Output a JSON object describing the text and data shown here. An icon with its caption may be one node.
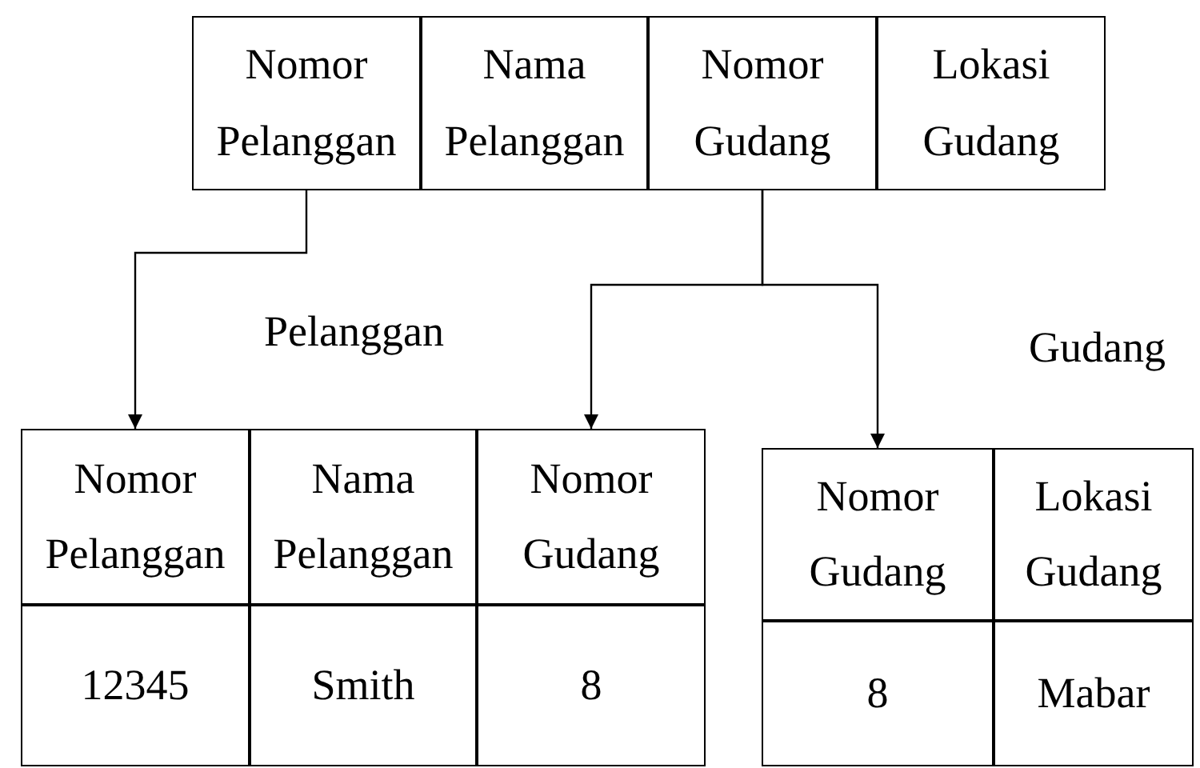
{
  "diagram": {
    "nodes": [
      {
        "text": [],
        "shape": "box"
      },
      {
        "text": [
          "Nomor Pelanggan"
        ],
        "in": 0
      },
      {
        "text": [
          "Nama Pelanggan"
        ],
        "in": 0
      },
      {
        "text": [
          "Nomor Gudang"
        ],
        "in": 0
      },
      {
        "text": [
          "Lokasi Gudang"
        ],
        "in": 0
      },
      {
        "text": [],
        "shape": "box",
        "beside": [
          "Pelanggan"
        ]
      },
      {
        "text": [
          "Nomor Pelanggan"
        ],
        "in": 5
      },
      {
        "text": [
          "Nama Pelanggan"
        ],
        "in": 5
      },
      {
        "text": [
          "Nomor Gudang"
        ],
        "in": 5
      },
      {
        "text": [
          "12345"
        ],
        "in": 5
      },
      {
        "text": [
          "Smith"
        ],
        "in": 5
      },
      {
        "text": [
          "8"
        ],
        "in": 5
      },
      {
        "text": [],
        "shape": "box",
        "beside": [
          "Gudang"
        ]
      },
      {
        "text": [
          "Nomor Gudang"
        ],
        "in": 12
      },
      {
        "text": [
          "Lokasi Gudang"
        ],
        "in": 12
      },
      {
        "text": [
          "8"
        ],
        "in": 12
      },
      {
        "text": [
          "Mabar"
        ],
        "in": 12
      }
    ],
    "edges": [
      {
        "from": 1,
        "to": 6,
        "arrow": "to"
      },
      {
        "from": 3,
        "to": 8,
        "arrow": "to"
      },
      {
        "from": 3,
        "to": 13,
        "arrow": "to"
      }
    ]
  }
}
